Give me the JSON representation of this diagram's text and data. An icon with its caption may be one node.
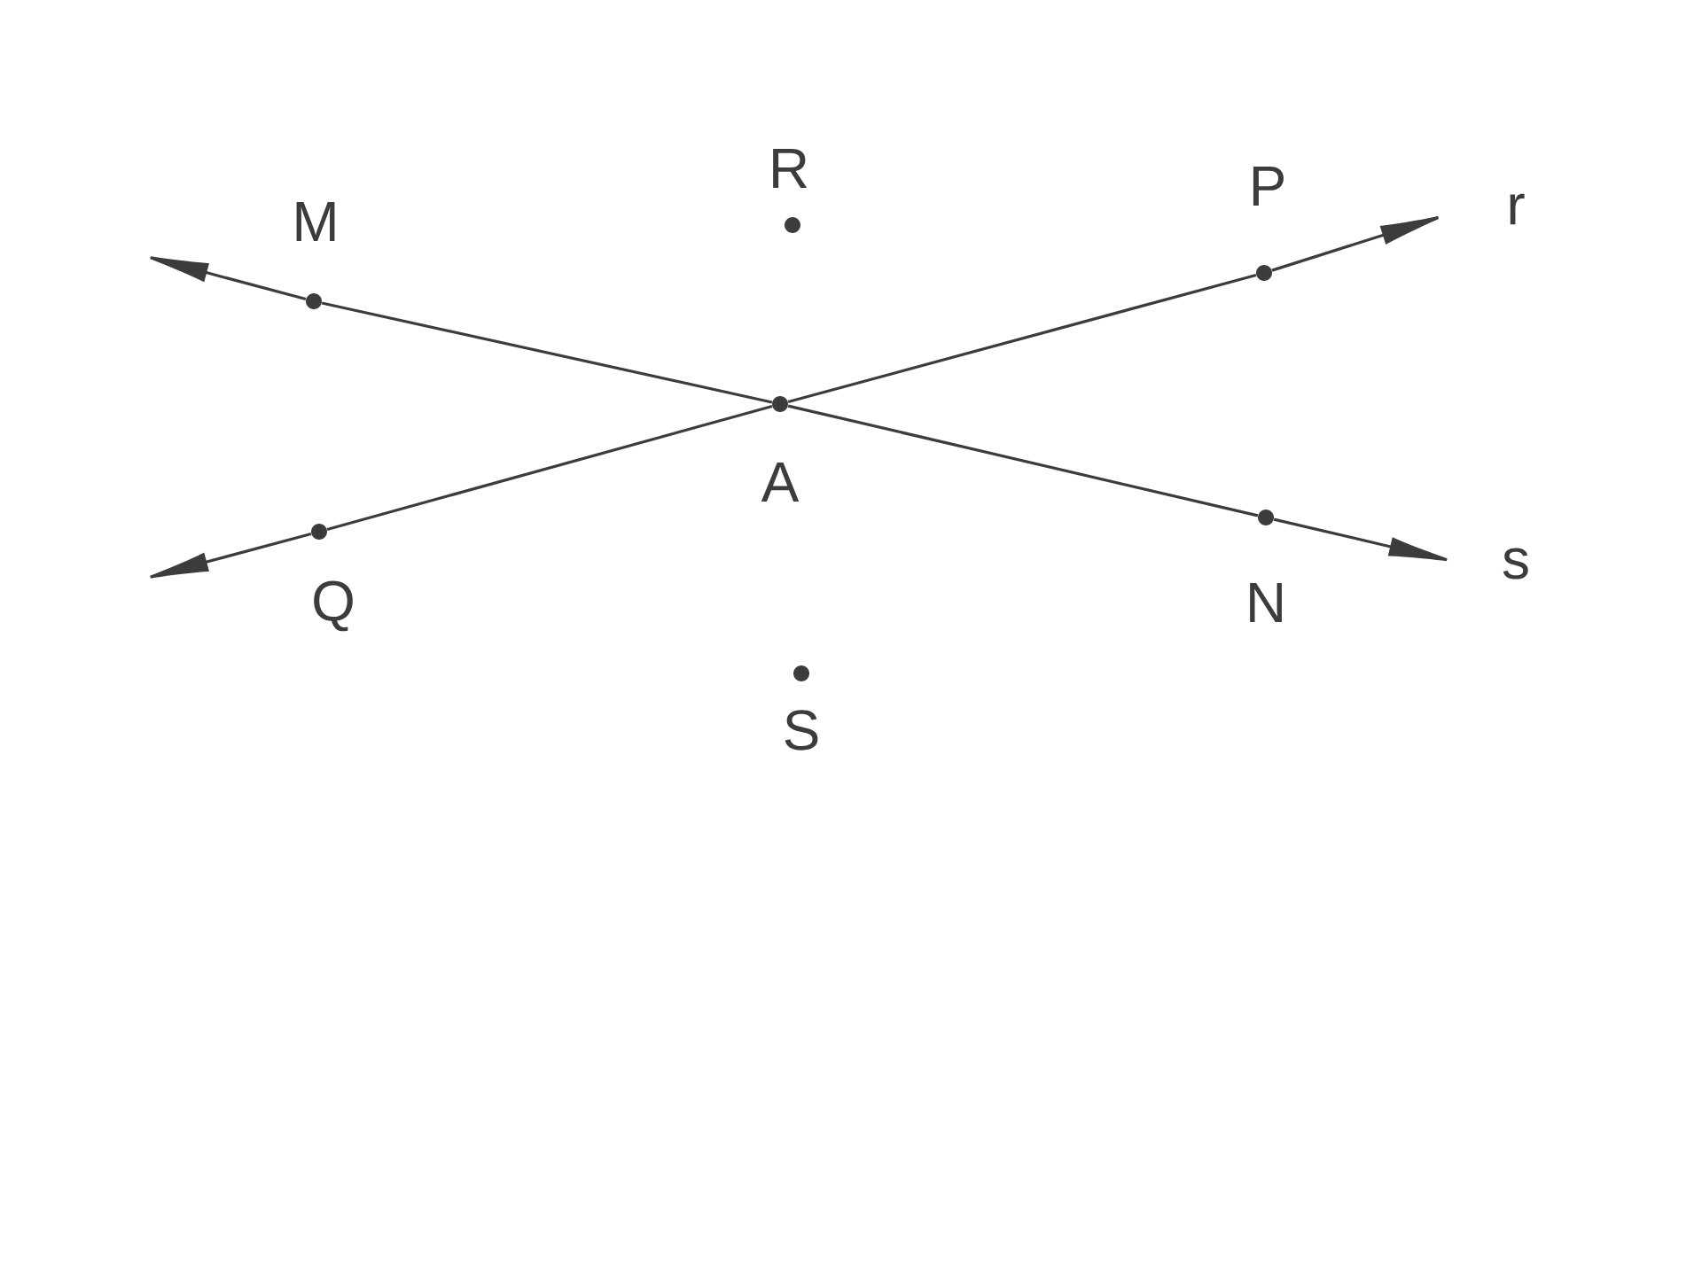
{
  "diagram": {
    "nodes": [
      {
        "text": [
          "M"
        ]
      },
      {
        "text": [
          "R"
        ]
      },
      {
        "text": [
          "P"
        ]
      },
      {
        "text": [
          "A"
        ]
      },
      {
        "text": [
          "Q"
        ]
      },
      {
        "text": [
          "N"
        ]
      },
      {
        "text": [
          "S"
        ]
      }
    ],
    "edges": [
      {
        "from": 0,
        "to": 3,
        "arrow": "none"
      },
      {
        "from": 3,
        "to": 5,
        "arrow": "none"
      },
      {
        "from": 5,
        "to": null,
        "arrow": "to"
      },
      {
        "from": 0,
        "to": null,
        "arrow": "to"
      },
      {
        "from": 4,
        "to": 3,
        "arrow": "none"
      },
      {
        "from": 3,
        "to": 2,
        "arrow": "none"
      },
      {
        "from": 2,
        "to": null,
        "arrow": "to"
      },
      {
        "from": 4,
        "to": null,
        "arrow": "to"
      }
    ],
    "labels": [
      "r",
      "s"
    ]
  }
}
